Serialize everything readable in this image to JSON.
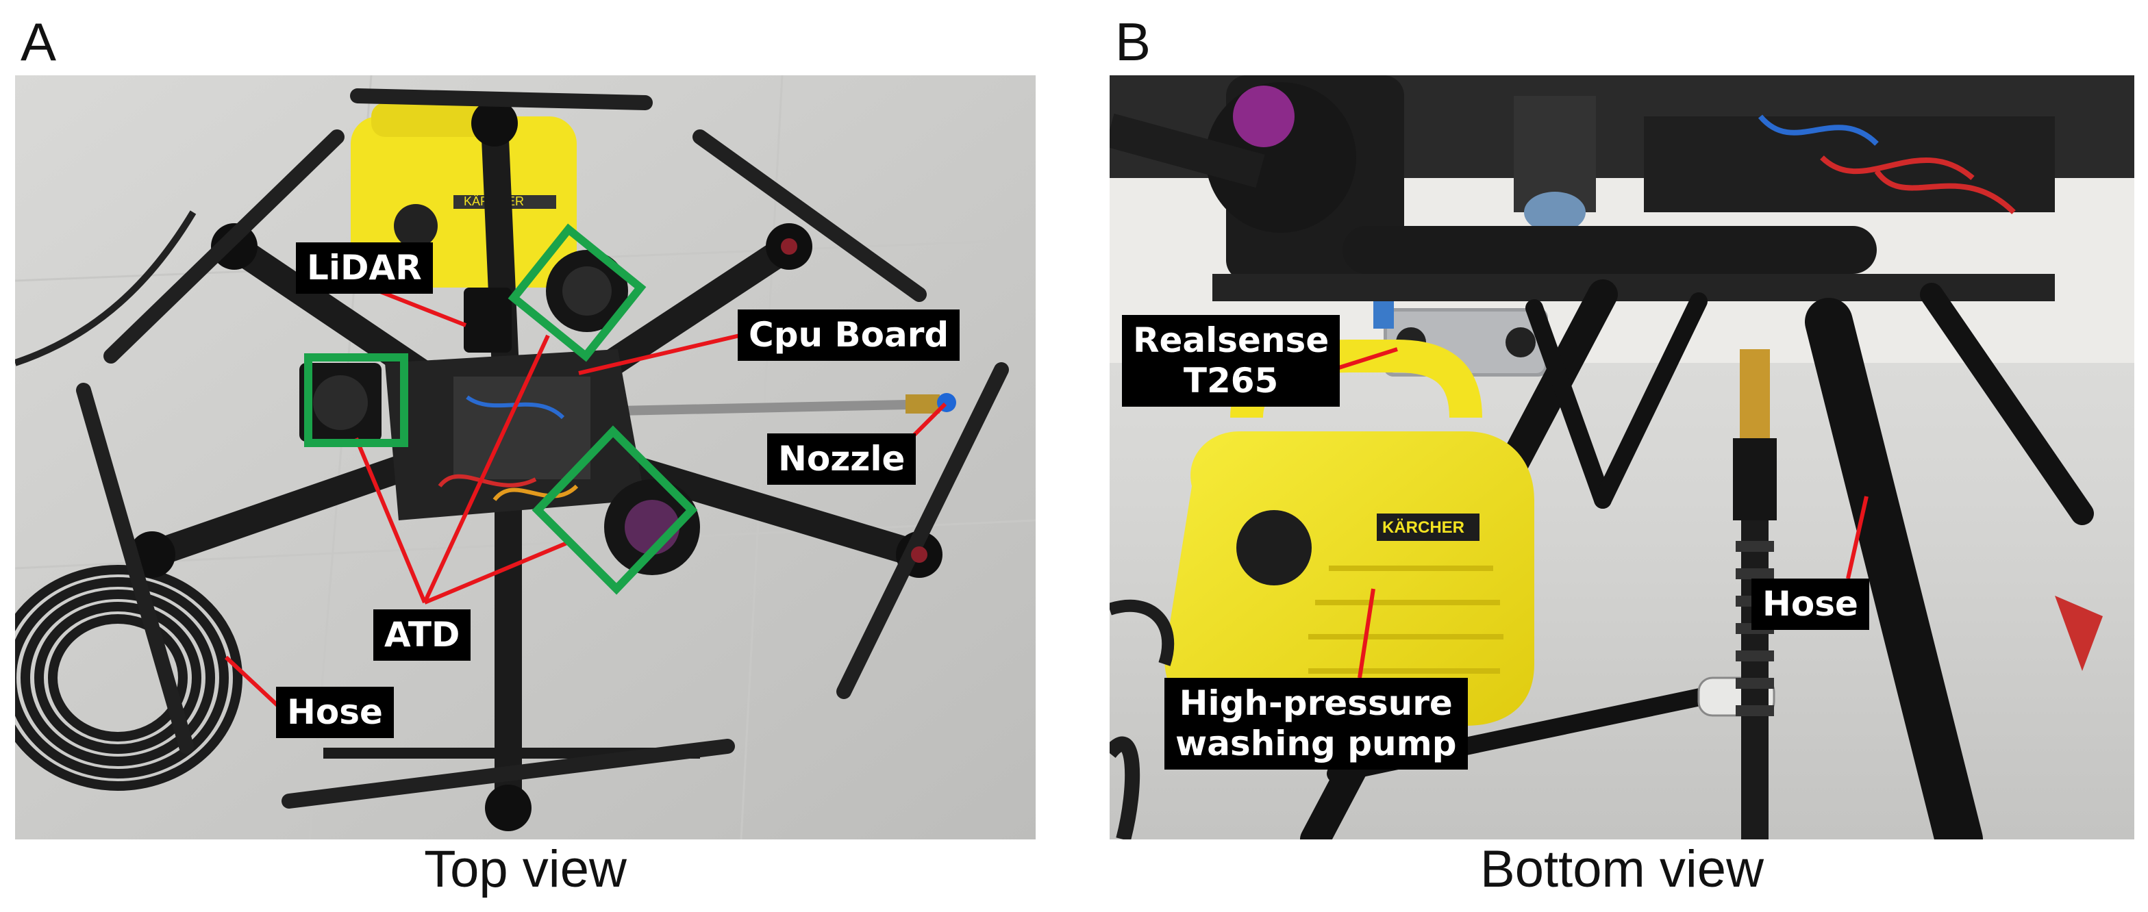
{
  "panels": {
    "a": {
      "letter": "A",
      "caption": "Top view",
      "labels": {
        "lidar": "LiDAR",
        "cpu_board": "Cpu Board",
        "nozzle": "Nozzle",
        "atd": "ATD",
        "hose": "Hose"
      },
      "pump_brand": "KÄRCHER"
    },
    "b": {
      "letter": "B",
      "caption": "Bottom view",
      "labels": {
        "realsense_line1": "Realsense",
        "realsense_line2": "T265",
        "hose": "Hose",
        "pump_line1": "High-pressure",
        "pump_line2": "washing pump"
      },
      "pump_brand": "KÄRCHER"
    }
  },
  "colors": {
    "callout_line": "#e8151b",
    "highlight_box": "#1aa34a",
    "label_bg": "#000000",
    "label_text": "#ffffff",
    "pump_yellow": "#f3e321"
  }
}
